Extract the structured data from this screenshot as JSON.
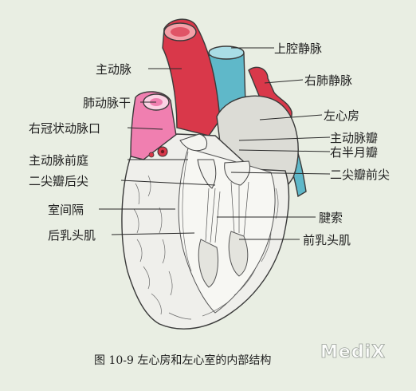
{
  "labels": {
    "svc": "上腔静脉",
    "aorta": "主动脉",
    "rpv": "右肺静脉",
    "pa": "肺动脉干",
    "la": "左心房",
    "rca": "右冠状动脉口",
    "aov": "主动脉瓣",
    "rsv": "右半月瓣",
    "aov_vest": "主动脉前庭",
    "mvp": "二尖瓣后尖",
    "mva": "二尖瓣前尖",
    "ivs": "室间隔",
    "chordae": "腱索",
    "ppm": "后乳头肌",
    "apm": "前乳头肌"
  },
  "caption": "图 10-9  左心房和左心室的内部结构",
  "watermark": "MediX",
  "colors": {
    "background": "#e9eee3",
    "artery_red": "#d9384a",
    "pulmonary_pink": "#f07fb0",
    "vein_blue": "#5fb8c9",
    "muscle": "#eeeeea"
  }
}
